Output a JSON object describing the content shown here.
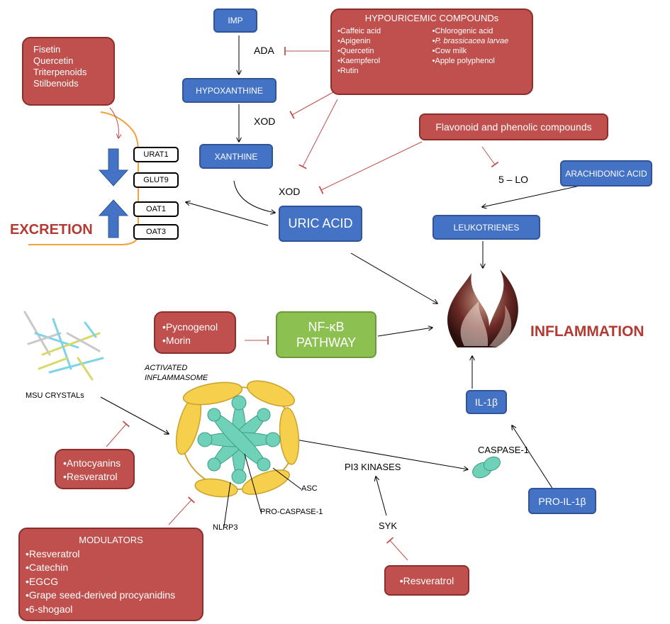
{
  "pathway": {
    "imp": "IMP",
    "hypoxanthine": "HYPOXANTHINE",
    "xanthine": "XANTHINE",
    "uric_acid": "URIC ACID",
    "ada": "ADA",
    "xod1": "XOD",
    "xod2": "XOD"
  },
  "hypouricemic": {
    "title": "HYPOURICEMIC COMPOUNDs",
    "left": [
      "•Caffeic acid",
      "•Apigenin",
      "•Quercetin",
      "•Kaempferol",
      "•Rutin"
    ],
    "right": [
      "•Chlorogenic acid",
      "•P. brassicacea larvae",
      "•Cow milk",
      "•Apple polyphenol"
    ]
  },
  "transport": {
    "excretion": "EXCRETION",
    "inhibitors": [
      "Fisetin",
      "Quercetin",
      "Triterpenoids",
      "Stilbenoids"
    ],
    "transporters": [
      "URAT1",
      "GLUT9",
      "OAT1",
      "OAT3"
    ]
  },
  "leukotriene": {
    "flavonoid": "Flavonoid and phenolic compounds",
    "arachidonic": "ARACHIDONIC ACID",
    "lo": "5 – LO",
    "leukotrienes": "LEUKOTRIENES"
  },
  "inflammation": "INFLAMMATION",
  "nfkb": {
    "line1": "NF-κB",
    "line2": "PATHWAY",
    "inhibitors": [
      "•Pycnogenol",
      "•Morin"
    ]
  },
  "inflammasome": {
    "msu": "MSU CRYSTALs",
    "activated1": "ACTIVATED",
    "activated2": "INFLAMMASOME",
    "nlrp3": "NLRP3",
    "procasp": "PRO-CASPASE-1",
    "asc": "ASC",
    "inhibitors": [
      "•Antocyanins",
      "•Resveratrol"
    ]
  },
  "modulators": {
    "title": "MODULATORS",
    "items": [
      "•Resveratrol",
      "•Catechin",
      "•EGCG",
      "•Grape seed-derived procyanidins",
      "•6-shogaol"
    ]
  },
  "signaling": {
    "pi3k": "PI3 KINASES",
    "syk": "SYK",
    "resveratrol": "•Resveratrol",
    "caspase": "CASPASE-1",
    "il1b": "IL-1β",
    "proil1b": "PRO-IL-1β"
  },
  "colors": {
    "blue": "#4472c4",
    "red": "#c0504d",
    "green": "#8cc152",
    "excretion": "#b23a32",
    "orange": "#f4a13a"
  }
}
